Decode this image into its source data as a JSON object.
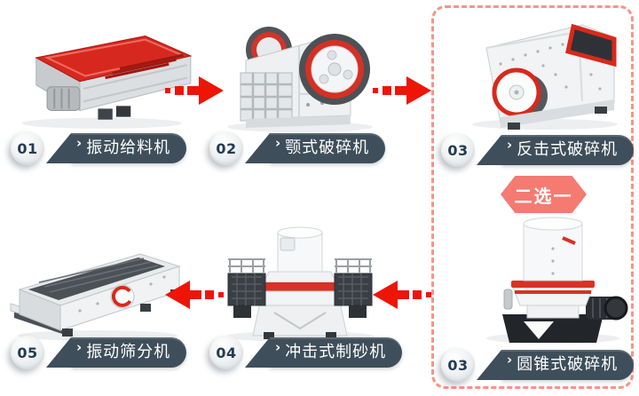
{
  "colors": {
    "background": "#ffffff",
    "arrow_red": "#ee1506",
    "pill_slate": "#3e4e5a",
    "number_navy": "#223c54",
    "choice_pink": "#f47a72",
    "dashed_pink": "#fa9289",
    "machine_red": "#d7281f"
  },
  "icons": {
    "chevron": "›"
  },
  "choice_badge": {
    "label": "二选一"
  },
  "steps": [
    {
      "num": "01",
      "label": "振动给料机",
      "machine": "vibrating-feeder"
    },
    {
      "num": "02",
      "label": "颚式破碎机",
      "machine": "jaw-crusher"
    },
    {
      "num": "03",
      "label": "反击式破碎机",
      "machine": "impact-crusher"
    },
    {
      "num": "03",
      "label": "圆锥式破碎机",
      "machine": "cone-crusher"
    },
    {
      "num": "04",
      "label": "冲击式制砂机",
      "machine": "sand-making-machine"
    },
    {
      "num": "05",
      "label": "振动筛分机",
      "machine": "vibrating-screen"
    }
  ]
}
